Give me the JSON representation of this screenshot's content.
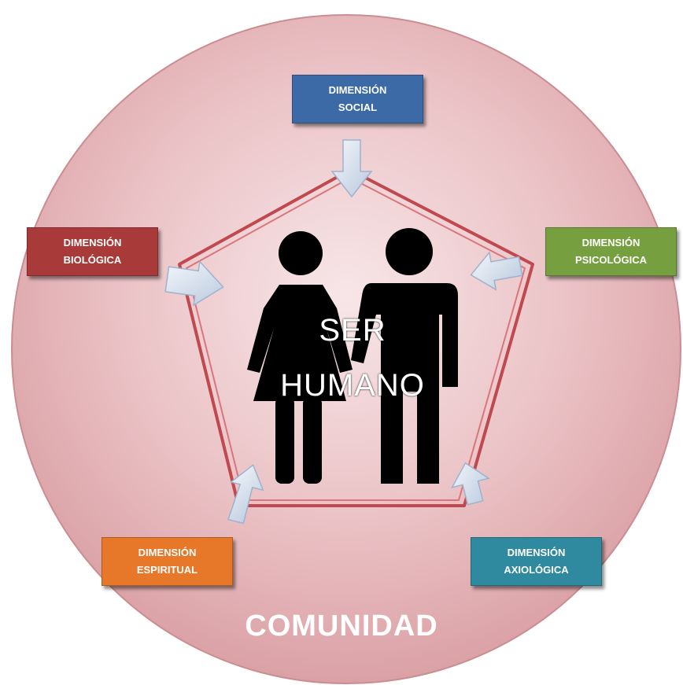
{
  "diagram": {
    "center_title": [
      "SER",
      "HUMANO"
    ],
    "community_label": "COMUNIDAD",
    "dimensions": {
      "social": {
        "lines": [
          "DIMENSIÓN",
          "SOCIAL"
        ],
        "color": "#3b6aa6"
      },
      "biologica": {
        "lines": [
          "DIMENSIÓN",
          "BIOLÓGICA"
        ],
        "color": "#a83a3a"
      },
      "psicologica": {
        "lines": [
          "DIMENSIÓN",
          "PSICOLÓGICA"
        ],
        "color": "#76a03f"
      },
      "espiritual": {
        "lines": [
          "DIMENSIÓN",
          "ESPIRITUAL"
        ],
        "color": "#e7782a"
      },
      "axiologica": {
        "lines": [
          "DIMENSIÓN",
          "AXIOLÓGICA"
        ],
        "color": "#2f8aa0"
      }
    },
    "colors": {
      "circle_fill": "#e8b4b8",
      "pentagon_line": "#c0484f",
      "figure": "#000000",
      "arrow_fill": "#dde6f3"
    }
  }
}
